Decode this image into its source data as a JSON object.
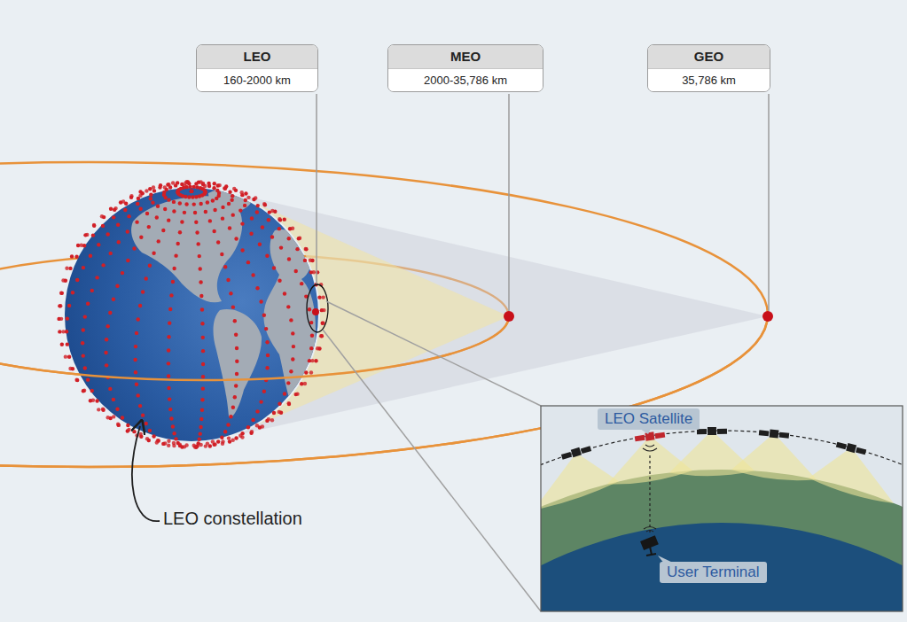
{
  "diagram": {
    "nodes": [
      {
        "text": [
          "LEO",
          "160-2000 km"
        ]
      },
      {
        "text": [
          "MEO",
          "2000-35,786 km"
        ]
      },
      {
        "text": [
          "GEO",
          "35,786 km"
        ]
      },
      {
        "text": [
          "LEO Satellite"
        ]
      },
      {
        "text": [
          "User Terminal"
        ]
      }
    ],
    "labels": [
      "LEO constellation"
    ]
  }
}
